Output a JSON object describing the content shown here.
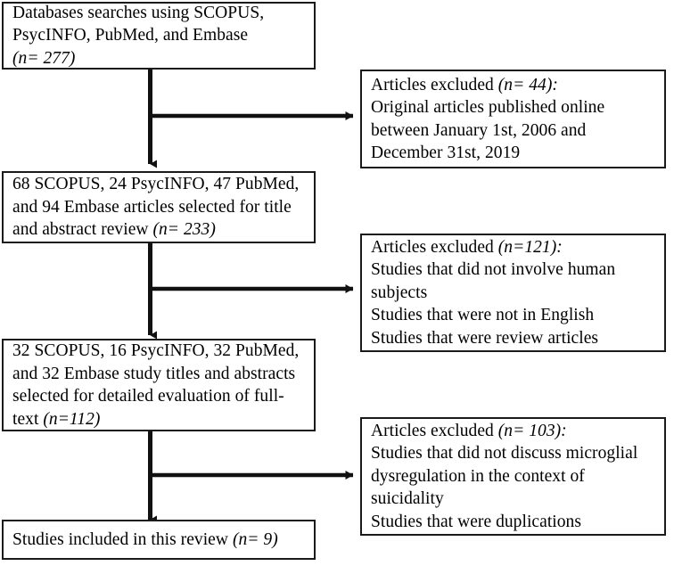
{
  "diagram": {
    "title": "PRISMA study selection flow diagram",
    "stroke_color": "#1a1a1a",
    "text_color": "#000000",
    "background_color": "#ffffff"
  },
  "flow_boxes": [
    {
      "id": "records-identified",
      "text": "Databases searches using SCOPUS,\nPsycINFO, PubMed, and Embase\n",
      "count_label": "(n= 277)"
    },
    {
      "id": "title-abstract-review",
      "text": "68 SCOPUS, 24 PsycINFO, 47 PubMed,\nand 94 Embase articles selected for title\nand abstract review ",
      "count_label": "(n= 233)"
    },
    {
      "id": "full-text-evaluation",
      "text": "32 SCOPUS, 16 PsycINFO, 32 PubMed,\nand 32 Embase study titles and abstracts\nselected for detailed evaluation of full-\ntext ",
      "count_label": "(n=112)"
    },
    {
      "id": "studies-included",
      "text": "Studies included in this review ",
      "count_label": "(n= 9)"
    }
  ],
  "exclusion_boxes": [
    {
      "id": "excluded-publication-date",
      "heading": "Articles excluded ",
      "count_label": "(n= 44):",
      "reasons": "Original articles published online\nbetween January 1st, 2006 and\nDecember 31st, 2019"
    },
    {
      "id": "excluded-criteria",
      "heading": "Articles excluded ",
      "count_label": "(n=121):",
      "reasons": "Studies that did not involve human\nsubjects\nStudies that were not in English\nStudies that were review articles"
    },
    {
      "id": "excluded-topic",
      "heading": "Articles excluded ",
      "count_label": "(n= 103):",
      "reasons": "Studies that did not discuss microglial\ndysregulation in the context of\nsuicidality\nStudies that were duplications"
    }
  ]
}
